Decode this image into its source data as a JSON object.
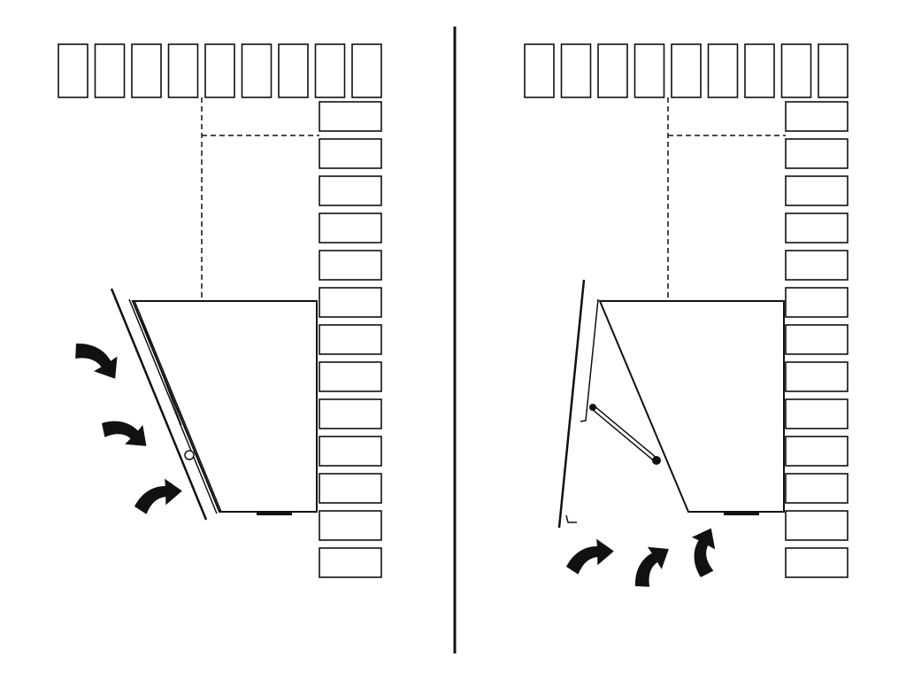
{
  "colors": {
    "line": "#111111",
    "background": "#ffffff"
  },
  "panels": [
    {
      "name": "hood-panel-closed",
      "airflow": "front"
    },
    {
      "name": "hood-panel-open",
      "airflow": "bottom"
    }
  ]
}
